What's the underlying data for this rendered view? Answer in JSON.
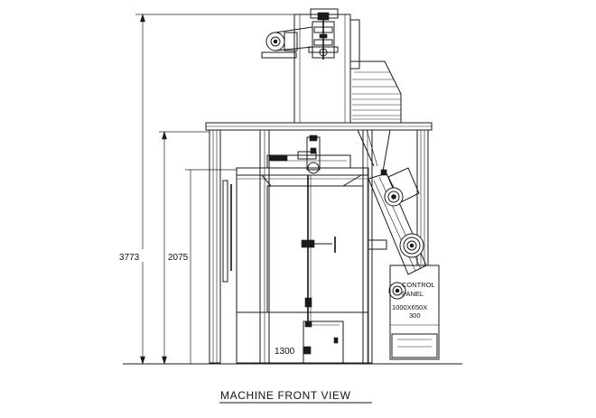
{
  "dimensions": {
    "overall_height": "3773",
    "cabinet_height": "2075",
    "door_label": "1300"
  },
  "control_panel": {
    "line1": "CONTROL",
    "line2": "PANEL",
    "line3": "1000X650X",
    "line4": "300"
  },
  "caption": "MACHINE FRONT VIEW"
}
